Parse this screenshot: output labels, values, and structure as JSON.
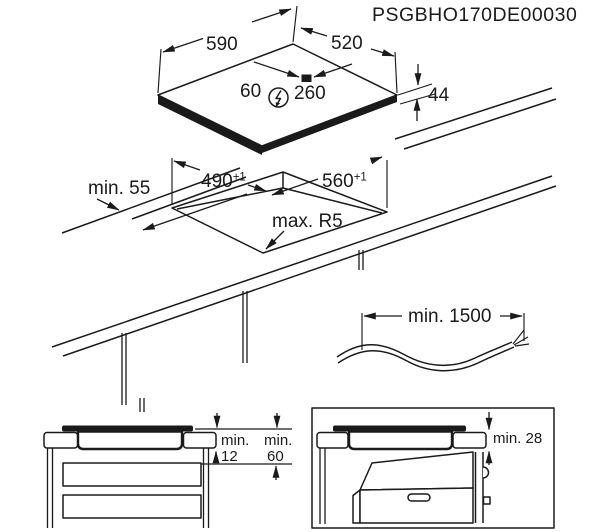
{
  "header": {
    "code": "PSGBHO170DE00030"
  },
  "hob": {
    "width": "590",
    "depth": "520",
    "height": "44",
    "conn_offset_left": "60",
    "conn_offset_right": "260",
    "power_icon": "lightning-in-circle"
  },
  "cutout": {
    "edge_clearance": "min. 55",
    "depth": "490",
    "depth_tol": "+1",
    "width": "560",
    "width_tol": "+1",
    "corner_radius": "max. R5"
  },
  "cable": {
    "length": "min. 1500"
  },
  "section_drawer": {
    "min_label_1": "min.",
    "value_1": "12",
    "min_label_2": "min.",
    "value_2": "60"
  },
  "section_oven": {
    "clearance": "min. 28"
  },
  "colors": {
    "ink": "#1a1a1a",
    "background": "#ffffff"
  }
}
